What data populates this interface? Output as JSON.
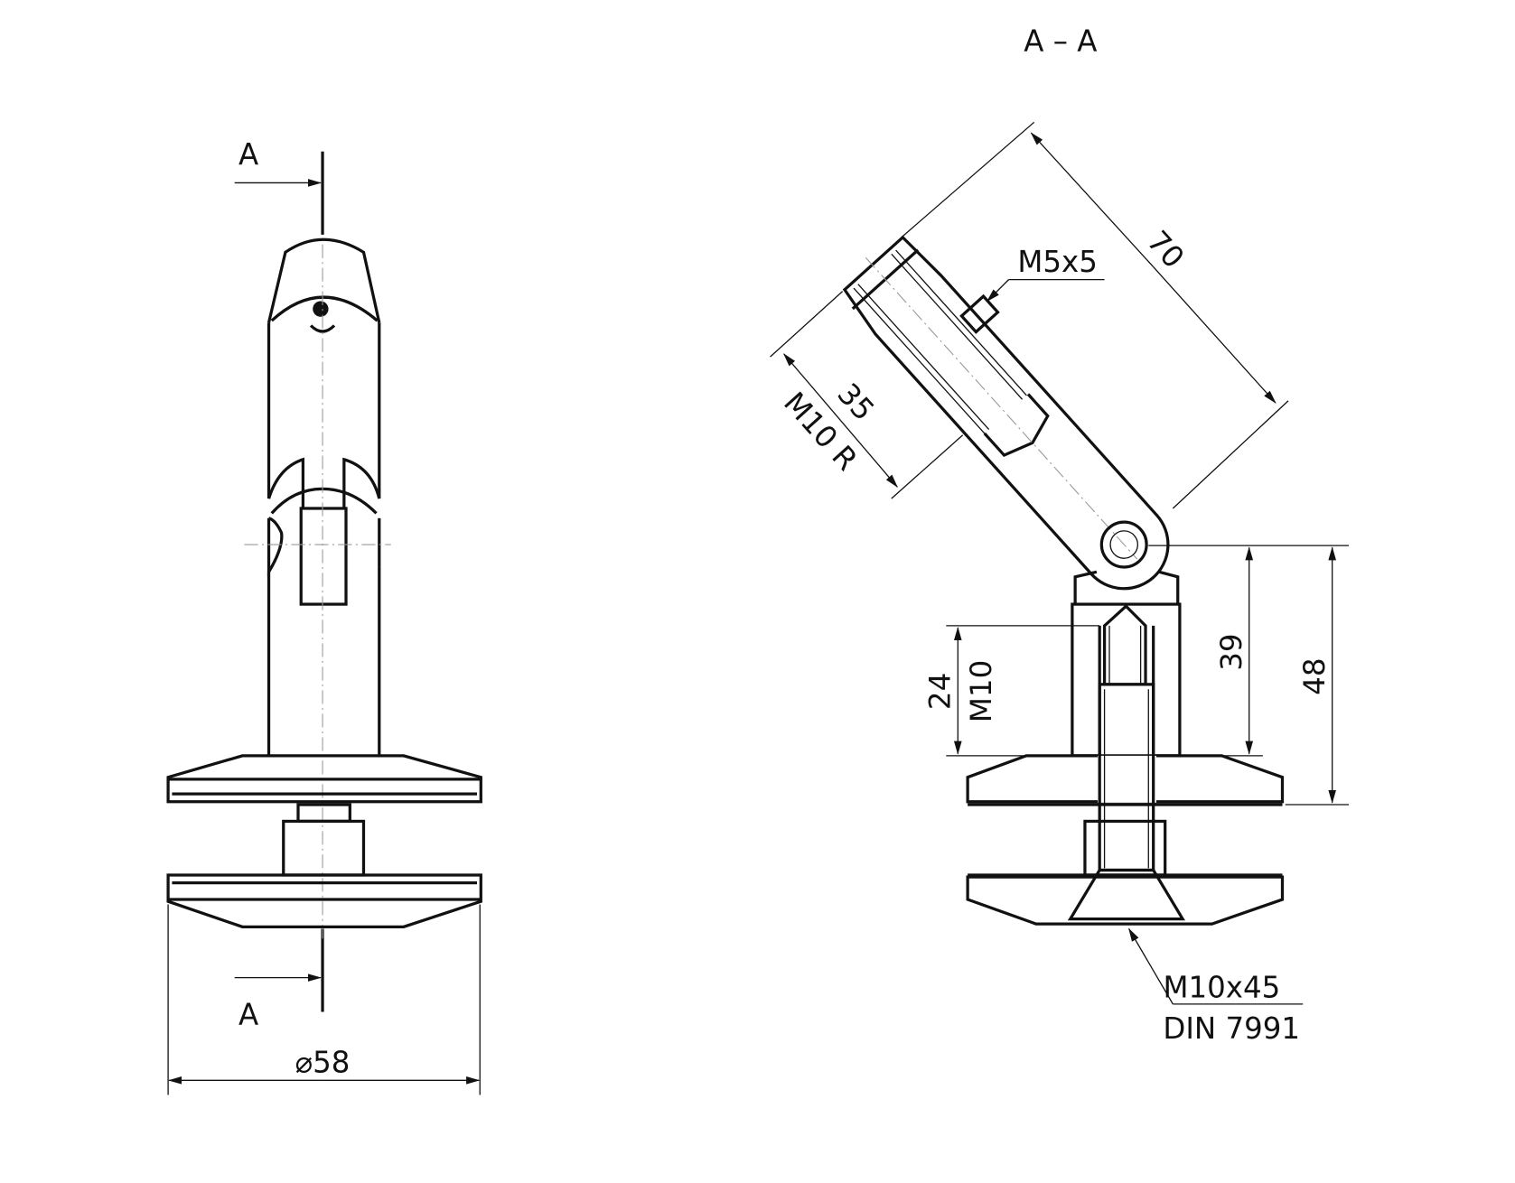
{
  "front_view": {
    "section_marker_top": "A",
    "section_marker_bottom": "A",
    "diameter_dim": "⌀58"
  },
  "section_view": {
    "title": "A – A",
    "dim_length": "70",
    "dim_thread_depth": "35",
    "thread_label": "M10 R",
    "set_screw": "M5x5",
    "dim_39": "39",
    "dim_48": "48",
    "dim_24": "24",
    "bore_thread": "M10",
    "bolt_size": "M10x45",
    "bolt_standard": "DIN 7991"
  }
}
